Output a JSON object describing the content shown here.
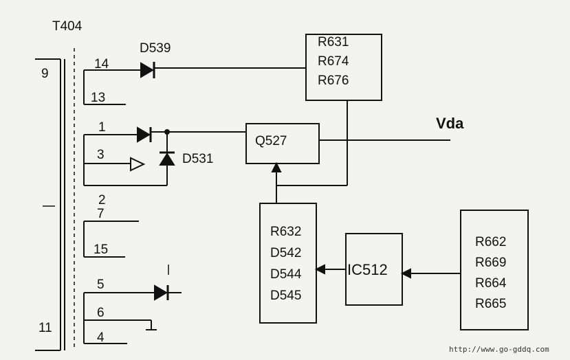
{
  "transformer": "T404",
  "pins": {
    "p14": "14",
    "p13": "13",
    "p1": "1",
    "p3": "3",
    "p2": "2",
    "p7": "7",
    "p15": "15",
    "p5": "5",
    "p6": "6",
    "p4": "4",
    "w9": "9",
    "w11": "11"
  },
  "components": {
    "d539": "D539",
    "d531": "D531",
    "q527": "Q527",
    "ic512": "IC512",
    "vda": "Vda"
  },
  "box_top": [
    "R631",
    "R674",
    "R676"
  ],
  "box_mid": [
    "R632",
    "D542",
    "D544",
    "D545"
  ],
  "box_right": [
    "R662",
    "R669",
    "R664",
    "R665"
  ],
  "watermark": "http://www.go-gddq.com"
}
